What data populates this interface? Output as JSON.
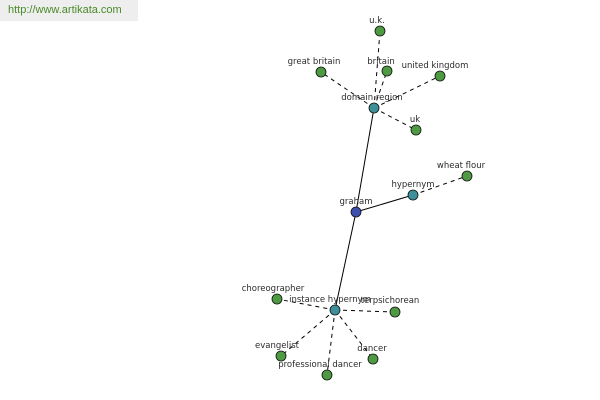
{
  "site": {
    "url": "http://www.artikata.com"
  },
  "colors": {
    "leaf": "#4e9a43",
    "relation": "#3d8f9a",
    "center": "#3f4fb0",
    "edge": "#000000",
    "url_text": "#4a8a2a"
  },
  "graph": {
    "nodes": {
      "graham": "graham",
      "domain_region": "domain region",
      "hypernym": "hypernym",
      "instance_hypernym": "instance hypernym",
      "uk_dotted": "u.k.",
      "great_britain": "great britain",
      "britain": "britain",
      "united_kingdom": "united kingdom",
      "uk": "uk",
      "wheat_flour": "wheat flour",
      "choreographer": "choreographer",
      "terpsichorean": "terpsichorean",
      "evangelist": "evangelist",
      "dancer": "dancer",
      "professional_dancer": "professional dancer"
    }
  }
}
